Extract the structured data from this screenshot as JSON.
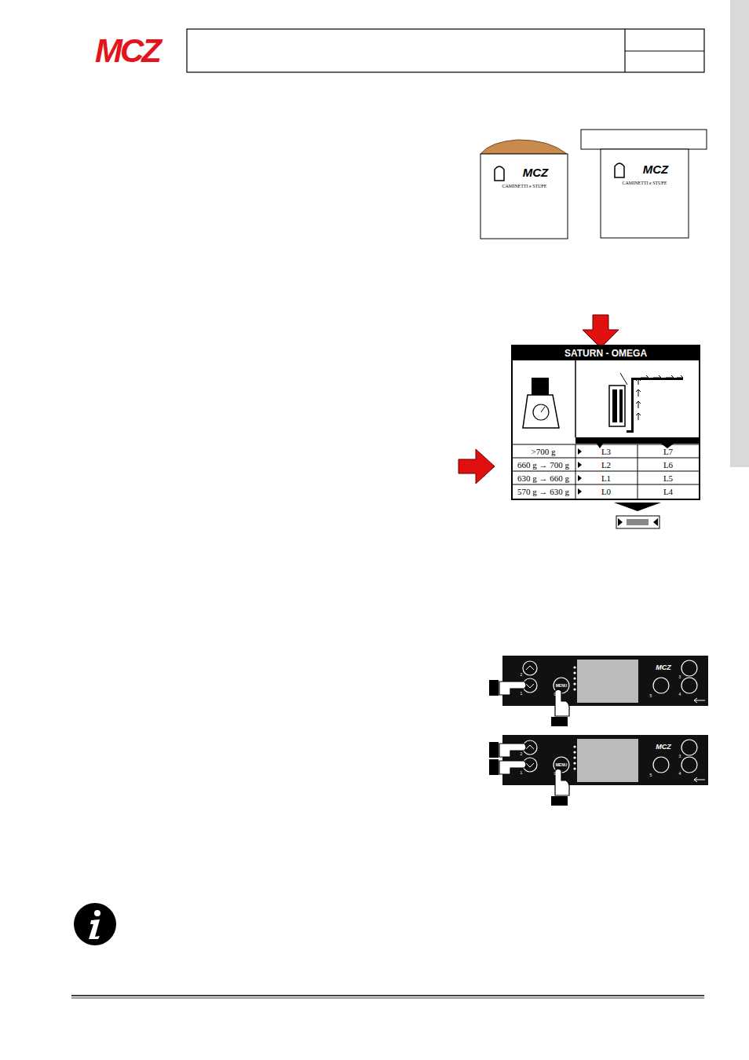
{
  "diagram": {
    "nodes": [
      {
        "text": [
          "SATURN - OMEGA"
        ]
      }
    ],
    "labels": [
      "MCZ",
      "MCZ",
      "CAMINETTI e STUFE",
      "MCZ",
      "CAMINETTI e STUFE",
      ">700 g",
      "L3",
      "L7",
      "660 g → 700 g",
      "L2",
      "L6",
      "630 g → 660 g",
      "L1",
      "L5",
      "570 g → 630 g",
      "L0",
      "L4",
      "MENU",
      "MCZ",
      "2",
      "1",
      "0",
      "3",
      "4",
      "5",
      "MENU",
      "MCZ",
      "2",
      "1",
      "0",
      "3",
      "4",
      "5"
    ]
  }
}
